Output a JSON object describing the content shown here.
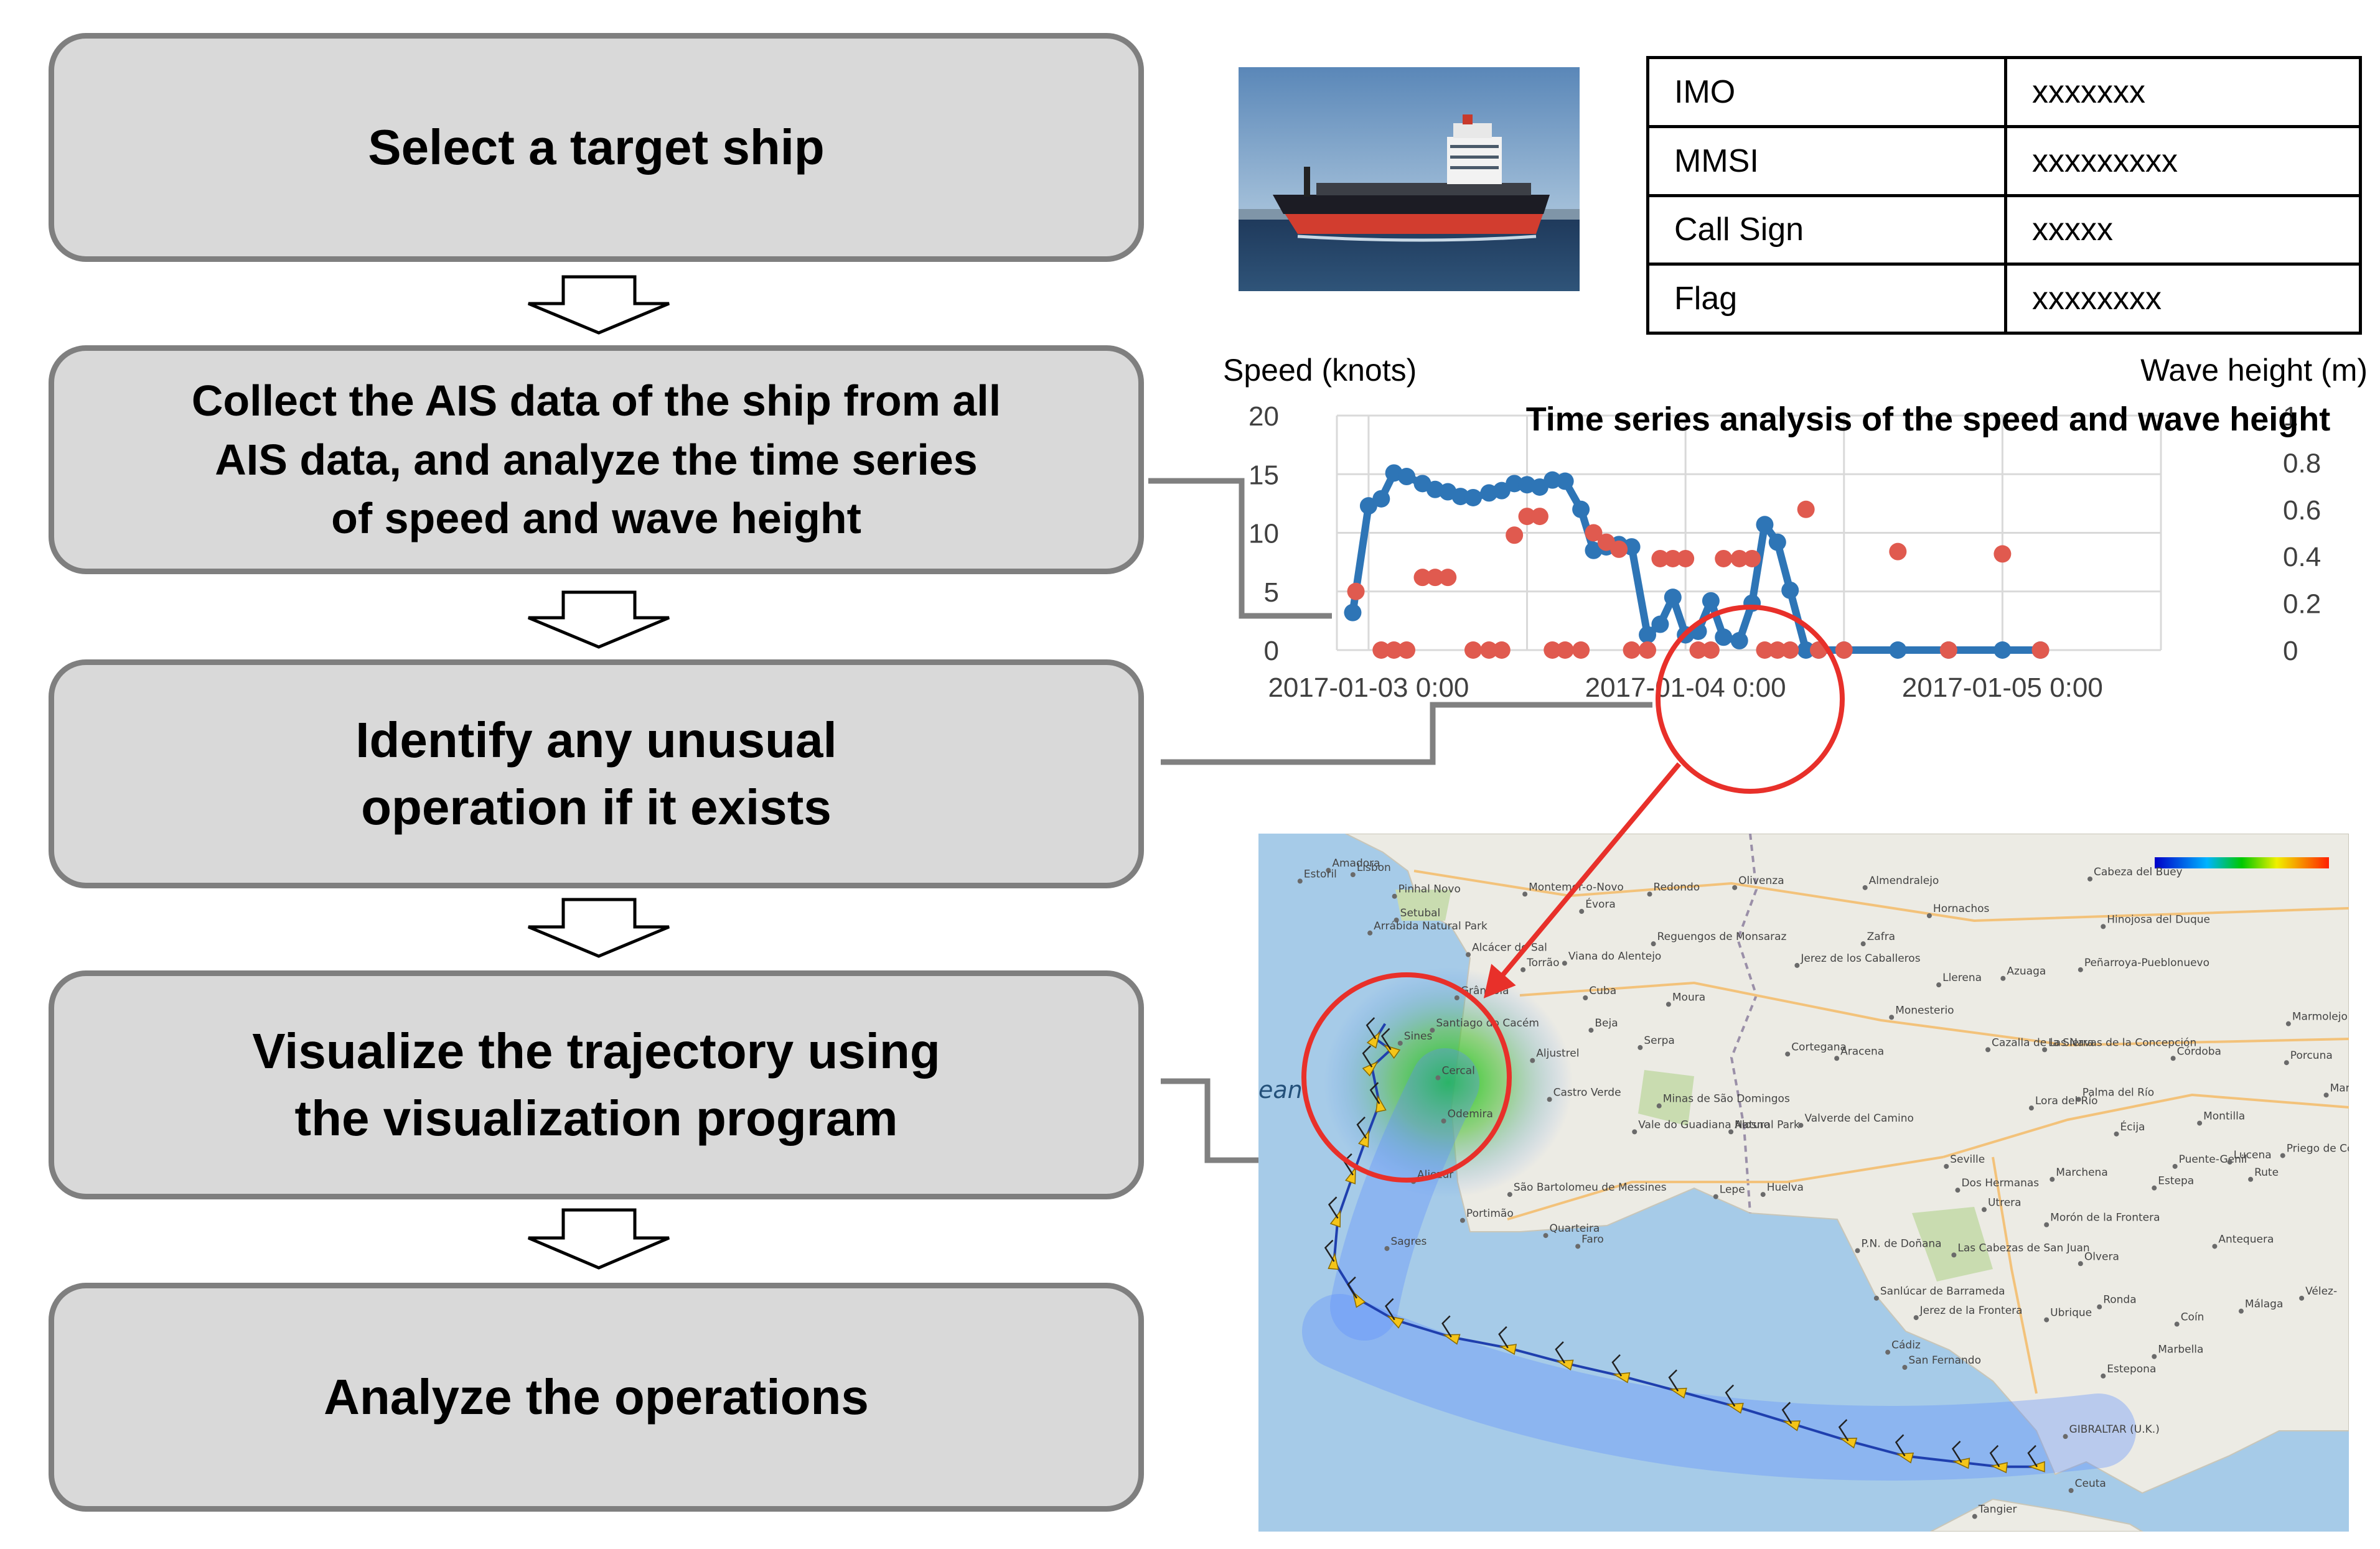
{
  "flow": {
    "steps": [
      {
        "label": "Select a target ship"
      },
      {
        "label": "Collect the AIS data of the ship from all\nAIS data, and analyze the time series\nof speed and wave height"
      },
      {
        "label": "Identify any unusual\noperation if it exists"
      },
      {
        "label": "Visualize the trajectory using\nthe visualization program"
      },
      {
        "label": "Analyze the operations"
      }
    ]
  },
  "ship_info": {
    "rows": [
      {
        "key": "IMO",
        "value": "xxxxxxx"
      },
      {
        "key": "MMSI",
        "value": "xxxxxxxxx"
      },
      {
        "key": "Call Sign",
        "value": "xxxxx"
      },
      {
        "key": "Flag",
        "value": "xxxxxxxx"
      }
    ]
  },
  "chart_data": {
    "type": "scatter",
    "title": "Time series analysis of the speed and wave height",
    "ylabel": "Speed (knots)",
    "y2label": "Wave height (m)",
    "ylim": [
      0,
      20
    ],
    "y2lim": [
      0,
      1
    ],
    "yticks": [
      0,
      5,
      10,
      15,
      20
    ],
    "y2ticks": [
      0,
      0.2,
      0.4,
      0.6,
      0.8,
      1
    ],
    "y2tick_labels": [
      "0",
      "0.2",
      "0.4",
      "0.6",
      "0.8",
      "1"
    ],
    "xlim": [
      -0.1,
      2.5
    ],
    "xticks": [
      0,
      1,
      2
    ],
    "xtick_labels": [
      "2017-01-03 0:00",
      "2017-01-04 0:00",
      "2017-01-05 0:00"
    ],
    "grid": true,
    "series": [
      {
        "color": "#2e75b6",
        "style": "line-markers",
        "axis": "left",
        "x": [
          -0.05,
          0.0,
          0.04,
          0.08,
          0.12,
          0.17,
          0.21,
          0.25,
          0.29,
          0.33,
          0.38,
          0.42,
          0.46,
          0.5,
          0.54,
          0.58,
          0.62,
          0.67,
          0.71,
          0.75,
          0.79,
          0.83,
          0.88,
          0.92,
          0.96,
          1.0,
          1.04,
          1.08,
          1.12,
          1.17,
          1.21,
          1.25,
          1.29,
          1.33,
          1.38,
          1.42,
          1.5,
          1.67,
          1.83,
          2.0,
          2.12
        ],
        "y": [
          3.2,
          12.3,
          12.9,
          15.1,
          14.8,
          14.2,
          13.7,
          13.5,
          13.1,
          13.0,
          13.4,
          13.6,
          14.2,
          14.1,
          13.9,
          14.5,
          14.4,
          12.0,
          8.5,
          8.8,
          9.0,
          8.8,
          1.3,
          2.2,
          4.5,
          1.3,
          1.6,
          4.2,
          1.1,
          0.8,
          4.0,
          10.7,
          9.2,
          5.1,
          0.0,
          0.0,
          0.0,
          0.0,
          0.0,
          0.0,
          0.0
        ]
      },
      {
        "color": "#e05a4f",
        "style": "markers",
        "axis": "right",
        "x": [
          -0.04,
          0.04,
          0.08,
          0.12,
          0.17,
          0.21,
          0.25,
          0.33,
          0.38,
          0.42,
          0.46,
          0.5,
          0.54,
          0.58,
          0.62,
          0.67,
          0.71,
          0.75,
          0.79,
          0.83,
          0.88,
          0.92,
          0.96,
          1.0,
          1.04,
          1.08,
          1.12,
          1.17,
          1.21,
          1.25,
          1.29,
          1.33,
          1.38,
          1.42,
          1.5,
          1.67,
          1.83,
          2.0,
          2.12
        ],
        "y": [
          0.25,
          0.0,
          0.0,
          0.0,
          0.31,
          0.31,
          0.31,
          0.0,
          0.0,
          0.0,
          0.49,
          0.57,
          0.57,
          0.0,
          0.0,
          0.0,
          0.5,
          0.46,
          0.43,
          0.0,
          0.0,
          0.39,
          0.39,
          0.39,
          0.0,
          0.0,
          0.39,
          0.39,
          0.39,
          0.0,
          0.0,
          0.0,
          0.6,
          0.0,
          0.0,
          0.42,
          0.0,
          0.41,
          0.0
        ]
      }
    ]
  },
  "map": {
    "places": [
      {
        "name": "Amadora",
        "lon": -9.25,
        "lat": 38.76
      },
      {
        "name": "Lisbon",
        "lon": -9.12,
        "lat": 38.74
      },
      {
        "name": "Estoril",
        "lon": -9.4,
        "lat": 38.71
      },
      {
        "name": "Pinhal Novo",
        "lon": -8.9,
        "lat": 38.64
      },
      {
        "name": "Setubal",
        "lon": -8.89,
        "lat": 38.53
      },
      {
        "name": "Arrábida Natural Park",
        "lon": -9.03,
        "lat": 38.47
      },
      {
        "name": "Alcácer do Sal",
        "lon": -8.51,
        "lat": 38.37
      },
      {
        "name": "Montemor-o-Novo",
        "lon": -8.21,
        "lat": 38.65
      },
      {
        "name": "Évora",
        "lon": -7.91,
        "lat": 38.57
      },
      {
        "name": "Redondo",
        "lon": -7.55,
        "lat": 38.65
      },
      {
        "name": "Olivenza",
        "lon": -7.1,
        "lat": 38.68
      },
      {
        "name": "Almendralejo",
        "lon": -6.41,
        "lat": 38.68
      },
      {
        "name": "Cabeza del Buey",
        "lon": -5.22,
        "lat": 38.72
      },
      {
        "name": "Reguengos de Monsaraz",
        "lon": -7.53,
        "lat": 38.42
      },
      {
        "name": "Hornachos",
        "lon": -6.07,
        "lat": 38.55
      },
      {
        "name": "Hinojosa del Duque",
        "lon": -5.15,
        "lat": 38.5
      },
      {
        "name": "Viana do Alentejo",
        "lon": -8.0,
        "lat": 38.33
      },
      {
        "name": "Zafra",
        "lon": -6.42,
        "lat": 38.42
      },
      {
        "name": "Torrão",
        "lon": -8.22,
        "lat": 38.3
      },
      {
        "name": "Peñarroya-Pueblonuevo",
        "lon": -5.27,
        "lat": 38.3
      },
      {
        "name": "Azuaga",
        "lon": -5.68,
        "lat": 38.26
      },
      {
        "name": "Llerena",
        "lon": -6.02,
        "lat": 38.23
      },
      {
        "name": "Jerez de los Caballeros",
        "lon": -6.77,
        "lat": 38.32
      },
      {
        "name": "Grândola",
        "lon": -8.57,
        "lat": 38.17
      },
      {
        "name": "Cuba",
        "lon": -7.89,
        "lat": 38.17
      },
      {
        "name": "Moura",
        "lon": -7.45,
        "lat": 38.14
      },
      {
        "name": "Beja",
        "lon": -7.86,
        "lat": 38.02
      },
      {
        "name": "Monesterio",
        "lon": -6.27,
        "lat": 38.08
      },
      {
        "name": "Serpa",
        "lon": -7.6,
        "lat": 37.94
      },
      {
        "name": "Cortegana",
        "lon": -6.82,
        "lat": 37.91
      },
      {
        "name": "Aracena",
        "lon": -6.56,
        "lat": 37.89
      },
      {
        "name": "Cazalla de la Sierra",
        "lon": -5.76,
        "lat": 37.93
      },
      {
        "name": "Las Navas de la Concepción",
        "lon": -5.46,
        "lat": 37.93
      },
      {
        "name": "Sines",
        "lon": -8.87,
        "lat": 37.96
      },
      {
        "name": "Aljustrel",
        "lon": -8.17,
        "lat": 37.88
      },
      {
        "name": "Santiago do Cacém",
        "lon": -8.7,
        "lat": 38.02
      },
      {
        "name": "Córdoba",
        "lon": -4.78,
        "lat": 37.89
      },
      {
        "name": "Marmolejo",
        "lon": -4.17,
        "lat": 38.05
      },
      {
        "name": "Porcuna",
        "lon": -4.18,
        "lat": 37.87
      },
      {
        "name": "Cercal",
        "lon": -8.67,
        "lat": 37.8
      },
      {
        "name": "Castro Verde",
        "lon": -8.08,
        "lat": 37.7
      },
      {
        "name": "Minas de São Domingos",
        "lon": -7.5,
        "lat": 37.67
      },
      {
        "name": "Valverde del Camino",
        "lon": -6.75,
        "lat": 37.58
      },
      {
        "name": "Palma del Río",
        "lon": -5.28,
        "lat": 37.7
      },
      {
        "name": "Lora del Río",
        "lon": -5.53,
        "lat": 37.66
      },
      {
        "name": "Martos",
        "lon": -3.97,
        "lat": 37.72
      },
      {
        "name": "Odemira",
        "lon": -8.64,
        "lat": 37.6
      },
      {
        "name": "Vale do Guadiana Natural Park",
        "lon": -7.63,
        "lat": 37.55
      },
      {
        "name": "Écija",
        "lon": -5.08,
        "lat": 37.54
      },
      {
        "name": "Montilla",
        "lon": -4.64,
        "lat": 37.59
      },
      {
        "name": "Priego de Córdoba",
        "lon": -4.2,
        "lat": 37.44
      },
      {
        "name": "Alosno",
        "lon": -7.12,
        "lat": 37.55
      },
      {
        "name": "Seville",
        "lon": -5.98,
        "lat": 37.39
      },
      {
        "name": "Puente-Genil",
        "lon": -4.77,
        "lat": 37.39
      },
      {
        "name": "Lucena",
        "lon": -4.48,
        "lat": 37.41
      },
      {
        "name": "Aljezur",
        "lon": -8.8,
        "lat": 37.32
      },
      {
        "name": "São Bartolomeu de Messines",
        "lon": -8.29,
        "lat": 37.26
      },
      {
        "name": "Lepe",
        "lon": -7.2,
        "lat": 37.25
      },
      {
        "name": "Huelva",
        "lon": -6.95,
        "lat": 37.26
      },
      {
        "name": "Dos Hermanas",
        "lon": -5.92,
        "lat": 37.28
      },
      {
        "name": "Marchena",
        "lon": -5.42,
        "lat": 37.33
      },
      {
        "name": "Estepa",
        "lon": -4.88,
        "lat": 37.29
      },
      {
        "name": "Rute",
        "lon": -4.37,
        "lat": 37.33
      },
      {
        "name": "Utrera",
        "lon": -5.78,
        "lat": 37.19
      },
      {
        "name": "Morón de la Frontera",
        "lon": -5.45,
        "lat": 37.12
      },
      {
        "name": "Portimão",
        "lon": -8.54,
        "lat": 37.14
      },
      {
        "name": "Quarteira",
        "lon": -8.1,
        "lat": 37.07
      },
      {
        "name": "Faro",
        "lon": -7.93,
        "lat": 37.02
      },
      {
        "name": "P.N. de Doñana",
        "lon": -6.45,
        "lat": 37.0
      },
      {
        "name": "Las Cabezas de San Juan",
        "lon": -5.94,
        "lat": 36.98
      },
      {
        "name": "Antequera",
        "lon": -4.56,
        "lat": 37.02
      },
      {
        "name": "Sagres",
        "lon": -8.94,
        "lat": 37.01
      },
      {
        "name": "Olvera",
        "lon": -5.27,
        "lat": 36.94
      },
      {
        "name": "Sanlúcar de Barrameda",
        "lon": -6.35,
        "lat": 36.78
      },
      {
        "name": "Jerez de la Frontera",
        "lon": -6.14,
        "lat": 36.69
      },
      {
        "name": "Ronda",
        "lon": -5.17,
        "lat": 36.74
      },
      {
        "name": "Málaga",
        "lon": -4.42,
        "lat": 36.72
      },
      {
        "name": "Vélez-",
        "lon": -4.1,
        "lat": 36.78
      },
      {
        "name": "Ubrique",
        "lon": -5.45,
        "lat": 36.68
      },
      {
        "name": "Coín",
        "lon": -4.76,
        "lat": 36.66
      },
      {
        "name": "Marbella",
        "lon": -4.88,
        "lat": 36.51
      },
      {
        "name": "Cádiz",
        "lon": -6.29,
        "lat": 36.53
      },
      {
        "name": "San Fernando",
        "lon": -6.2,
        "lat": 36.46
      },
      {
        "name": "Estepona",
        "lon": -5.15,
        "lat": 36.42
      },
      {
        "name": "GIBRALTAR (U.K.)",
        "lon": -5.35,
        "lat": 36.14
      },
      {
        "name": "Ceuta",
        "lon": -5.32,
        "lat": 35.89
      },
      {
        "name": "Tangier",
        "lon": -5.83,
        "lat": 35.77
      }
    ],
    "ocean_label": "ean",
    "track": [
      {
        "lon": -5.5,
        "lat": 36.0
      },
      {
        "lon": -5.7,
        "lat": 36.0
      },
      {
        "lon": -5.9,
        "lat": 36.02
      },
      {
        "lon": -6.2,
        "lat": 36.05
      },
      {
        "lon": -6.5,
        "lat": 36.12
      },
      {
        "lon": -6.8,
        "lat": 36.2
      },
      {
        "lon": -7.1,
        "lat": 36.28
      },
      {
        "lon": -7.4,
        "lat": 36.35
      },
      {
        "lon": -7.7,
        "lat": 36.42
      },
      {
        "lon": -8.0,
        "lat": 36.48
      },
      {
        "lon": -8.3,
        "lat": 36.55
      },
      {
        "lon": -8.6,
        "lat": 36.6
      },
      {
        "lon": -8.9,
        "lat": 36.68
      },
      {
        "lon": -9.1,
        "lat": 36.78
      },
      {
        "lon": -9.22,
        "lat": 36.95
      },
      {
        "lon": -9.2,
        "lat": 37.15
      },
      {
        "lon": -9.12,
        "lat": 37.35
      },
      {
        "lon": -9.05,
        "lat": 37.52
      },
      {
        "lon": -8.98,
        "lat": 37.68
      },
      {
        "lon": -9.02,
        "lat": 37.85
      },
      {
        "lon": -8.92,
        "lat": 37.93
      },
      {
        "lon": -9.0,
        "lat": 37.98
      },
      {
        "lon": -8.95,
        "lat": 38.05
      }
    ]
  }
}
